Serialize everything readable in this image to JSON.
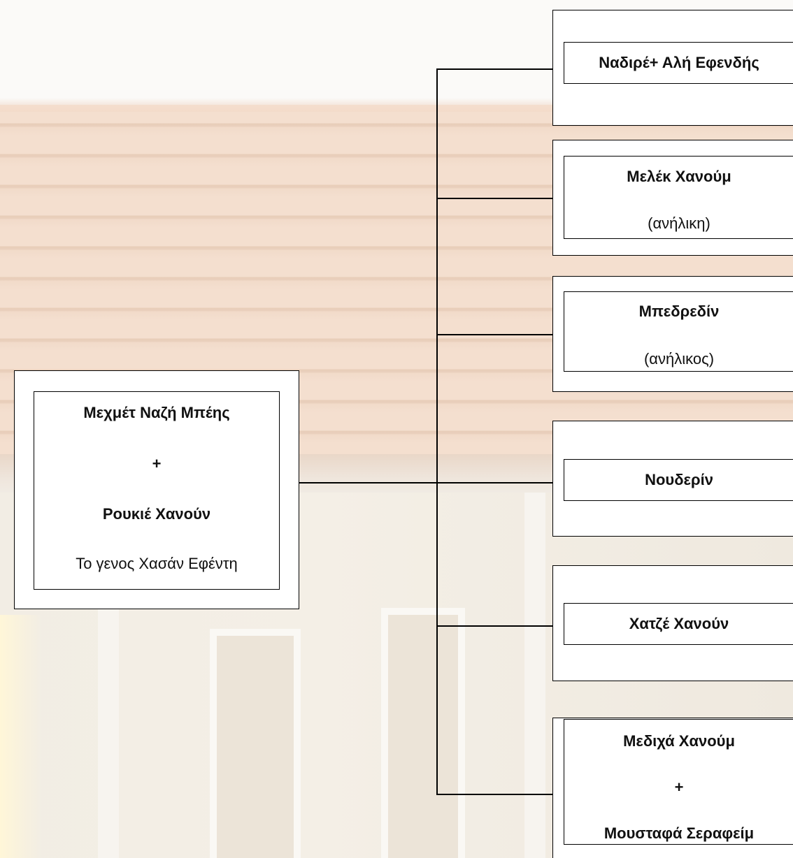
{
  "diagram": {
    "root": {
      "line1": "Μεχμέτ Ναζή Μπέης",
      "line2": "+",
      "line3": "Ρουκιέ Χανούν",
      "line4": "Το γενος Χασάν Εφέντη"
    },
    "children": [
      {
        "name": "Ναδιρέ+ Αλή Εφενδής"
      },
      {
        "name": "Μελέκ Χανούμ",
        "note": "(ανήλικη)"
      },
      {
        "name": "Μπεδρεδίν",
        "note": "(ανήλικος)"
      },
      {
        "name": "Νουδερίν"
      },
      {
        "name": "Χατζέ Χανούν"
      },
      {
        "name": "Μεδιχά Χανούμ",
        "plus": "+",
        "spouse": "Μουσταφά Σεραφείμ"
      }
    ]
  }
}
